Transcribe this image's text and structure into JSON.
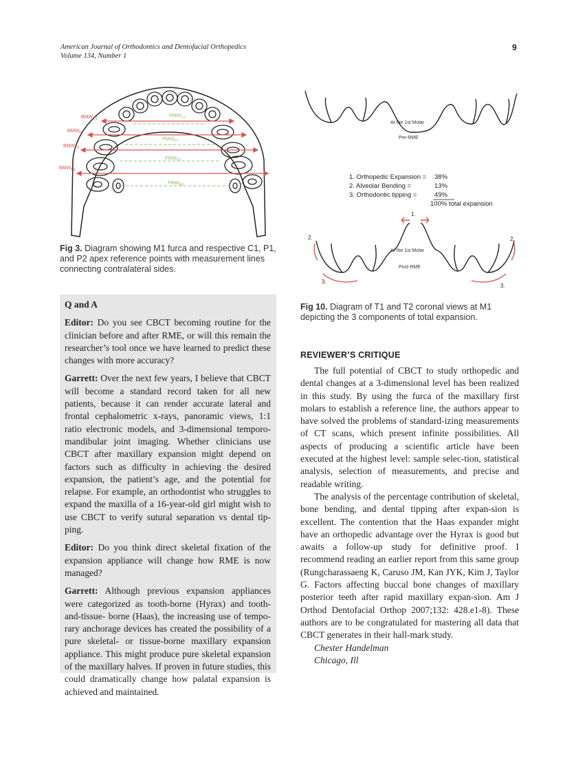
{
  "header": {
    "journal": "American Journal of Orthodontics and Dentofacial Orthopedics",
    "volume": "Volume 134, Number 1",
    "page": "9"
  },
  "fig3": {
    "labels": {
      "bmw_c1": "BMW",
      "bmw_c1_sub": "C1",
      "bmw_p1": "BMW",
      "bmw_p1_sub": "P1",
      "bmw_p2": "BMW",
      "bmw_p2_sub": "P2",
      "bmw_m1": "BMW",
      "bmw_m1_sub": "M1",
      "pmw_c1": "PMW",
      "pmw_c1_sub": "C1",
      "pmw_p1": "PMW",
      "pmw_p1_sub": "P1",
      "pmw_p2": "PMW",
      "pmw_p2_sub": "P2",
      "pmw_m1": "PMW",
      "pmw_m1_sub": "M1"
    },
    "caption_label": "Fig 3.",
    "caption_text": "Diagram showing M1 furca and respective C1, P1, and P2 apex reference points with measurement lines connecting contralateral sides."
  },
  "fig10": {
    "pre_title": "At the 1st Molar",
    "pre_sub": "Pre-RME",
    "post_title": "At the 1st Molar",
    "post_sub": "Post-RME",
    "list": [
      {
        "label": "1. Orthopedic Expansion =",
        "value": "38%"
      },
      {
        "label": "2. Alveolar Bending =",
        "value": "13%"
      },
      {
        "label": "3. Orthodontic tipping =",
        "value": "49%"
      }
    ],
    "total": "100% total expansion",
    "markers": {
      "one": "1.",
      "two": "2.",
      "three": "3."
    },
    "caption_label": "Fig 10.",
    "caption_text": "Diagram of T1 and T2 coronal views at M1 depicting the 3 components of total expansion."
  },
  "qa": {
    "title": "Q and A",
    "items": [
      {
        "speaker": "Editor:",
        "text": "Do you see CBCT becoming routine for the clinician before and after RME, or will this remain the researcher’s tool once we have learned to predict these changes with more accuracy?"
      },
      {
        "speaker": "Garrett:",
        "text": "Over the next few years, I believe that CBCT will become a standard record taken for all new patients, because it can render accurate lateral and frontal cephalometric x-rays, panoramic views, 1:1 ratio electronic models, and 3-dimensional temporo-mandibular joint imaging. Whether clinicians use CBCT after maxillary expansion might depend on factors such as difficulty in achieving the desired expansion, the patient’s age, and the potential for relapse. For example, an orthodontist who struggles to expand the maxilla of a 16-year-old girl might wish to use CBCT to verify sutural separation vs dental tip-ping."
      },
      {
        "speaker": "Editor:",
        "text": "Do you think direct skeletal fixation of the expansion appliance will change how RME is now managed?"
      },
      {
        "speaker": "Garrett:",
        "text": "Although previous expansion appliances were categorized as tooth-borne (Hyrax) and tooth-and-tissue- borne (Haas), the increasing use of tempo-rary anchorage devices has created the possibility of a pure skeletal- or tissue-borne maxillary expansion appliance. This might produce pure skeletal expansion of the maxillary halves. If proven in future studies, this could dramatically change how palatal expansion is achieved and maintained."
      }
    ]
  },
  "critique": {
    "heading": "REVIEWER’S CRITIQUE",
    "paragraphs": [
      "The full potential of CBCT to study orthopedic and dental changes at a 3-dimensional level has been realized in this study. By using the furca of the maxillary first molars to establish a reference line, the authors appear to have solved the problems of standard-izing measurements of CT scans, which present infinite possibilities. All aspects of producing a scientific article have been executed at the highest level: sample selec-tion, statistical analysis, selection of measurements, and precise and readable writing.",
      "The analysis of the percentage contribution of skeletal, bone bending, and dental tipping after expan-sion is excellent. The contention that the Haas expander might have an orthopedic advantage over the Hyrax is good but awaits a follow-up study for definitive proof. I recommend reading an earlier report from this same group (Rungcharassaeng K, Caruso JM, Kan JYK, Kim J, Taylor G. Factors affecting buccal bone changes of maxillary posterior teeth after rapid maxillary expan-sion. Am J Orthod Dentofacial Orthop 2007;132: 428.e1-8). These authors are to be congratulated for mastering all data that CBCT generates in their hall-mark study."
    ],
    "signature_name": "Chester Handelman",
    "signature_place": "Chicago, Ill"
  },
  "colors": {
    "bmw_line": "#d9534f",
    "pmw_line": "#8fbf6a",
    "qa_box": "#e6e6e6",
    "arrow_red": "#d9534f"
  }
}
